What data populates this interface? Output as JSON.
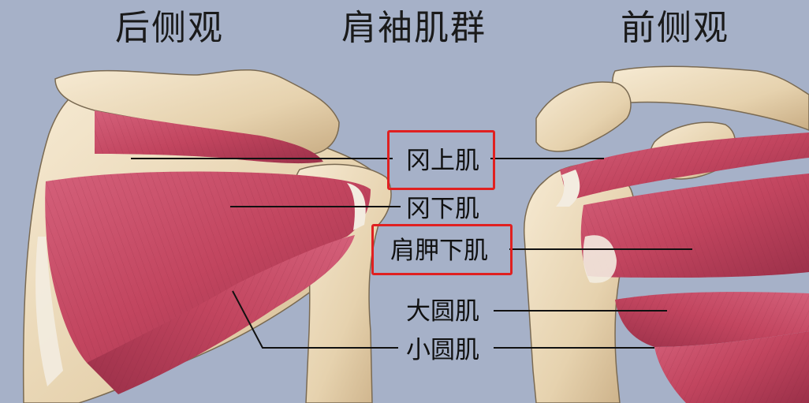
{
  "titles": {
    "left": "后侧观",
    "center": "肩袖肌群",
    "right": "前侧观"
  },
  "labels": {
    "supraspinatus": "冈上肌",
    "infraspinatus": "冈下肌",
    "subscapularis": "肩胛下肌",
    "teres_major": "大圆肌",
    "teres_minor": "小圆肌"
  },
  "highlighted": [
    "supraspinatus",
    "subscapularis"
  ],
  "colors": {
    "background": "#a6b1c8",
    "muscle": "#c2455f",
    "muscle_dark": "#8e2a42",
    "bone": "#ead8b8",
    "bone_shadow": "#c8b08a",
    "highlight_box": "#e02020",
    "leader_line": "#111111"
  }
}
